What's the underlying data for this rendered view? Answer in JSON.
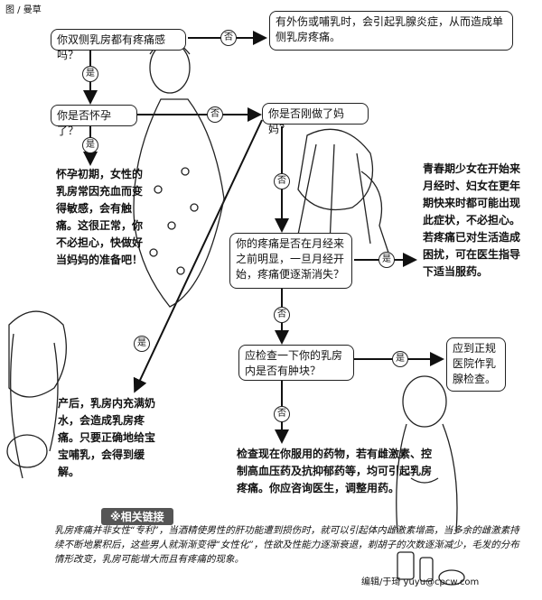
{
  "header": "图 / 曼草",
  "nodes": {
    "q1": "你双侧乳房都有疼痛感吗？",
    "r1": "有外伤或哺乳时，会引起乳腺炎症，从而造成单侧乳房疼痛。",
    "q2": "你是否怀孕了？",
    "r2": "怀孕初期，女性的乳房常因充血而变得敏感，会有触痛。这很正常，你不必担心，快做好当妈妈的准备吧！",
    "q3": "你是否刚做了妈妈？",
    "r3": "产后，乳房内充满奶水，会造成乳房疼痛。只要正确地给宝宝哺乳，会得到缓解。",
    "q4": "你的疼痛是否在月经来之前明显，一旦月经开始，疼痛便逐渐消失？",
    "r4": "青春期少女在开始来月经时、妇女在更年期快来时都可能出现此症状，不必担心。若疼痛已对生活造成困扰，可在医生指导下适当服药。",
    "q5": "应检查一下你的乳房内是否有肿块？",
    "r5": "应到正规医院作乳腺检查。",
    "r6": "检查现在你服用的药物，若有雌激素、控制高血压药及抗抑郁药等，均可引起乳房疼痛。你应咨询医生，调整用药。"
  },
  "answers": {
    "no": "否",
    "yes": "是"
  },
  "related": {
    "title": "※相关链接",
    "text": "乳房疼痛并非女性“专利”，当酒精使男性的肝功能遭到损伤时，就可以引起体内雌激素增高，当多余的雌激素持续不断地累积后，这些男人就渐渐变得“女性化”，性欲及性能力逐渐衰退，剃胡子的次数逐渐减少，毛发的分布情形改变，乳房可能增大而且有疼痛的现象。"
  },
  "editor": "编辑/于琦  yuyu@cpcw.com"
}
